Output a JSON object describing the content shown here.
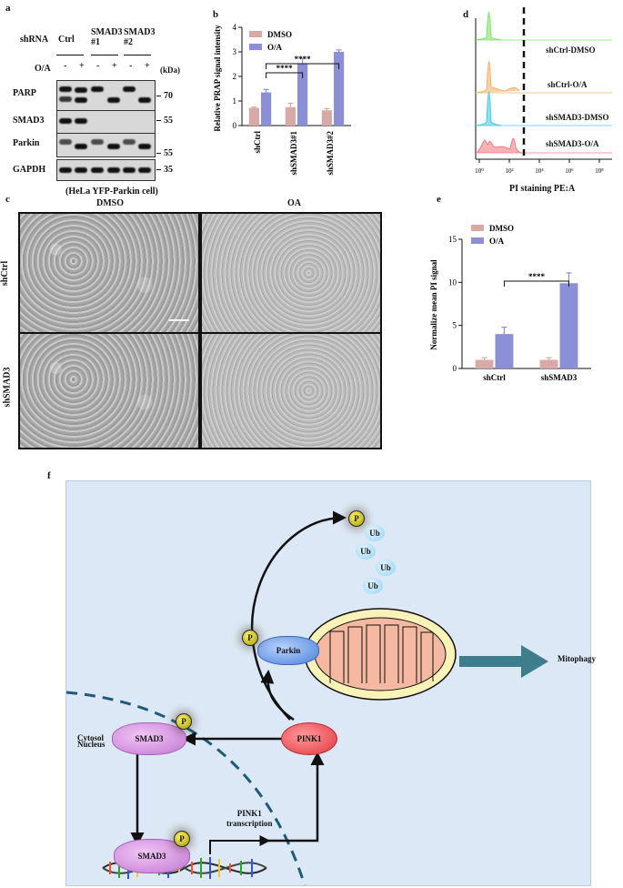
{
  "panels": {
    "a": "a",
    "b": "b",
    "c": "c",
    "d": "d",
    "e": "e",
    "f": "f"
  },
  "panel_a": {
    "shrna_label": "shRNA",
    "groups": [
      "Ctrl",
      "SMAD3\n#1",
      "SMAD3\n#2"
    ],
    "oa_label": "O/A",
    "signs": [
      "-",
      "+",
      "-",
      "+",
      "-",
      "+"
    ],
    "kda_label": "(kDa)",
    "rows": [
      {
        "name": "PARP",
        "kda": "70"
      },
      {
        "name": "SMAD3",
        "kda": "55"
      },
      {
        "name": "Parkin",
        "kda": "55"
      },
      {
        "name": "GAPDH",
        "kda": "35"
      }
    ],
    "caption": "(HeLa YFP-Parkin cell)"
  },
  "panel_c": {
    "col_labels": [
      "DMSO",
      "OA"
    ],
    "row_labels": [
      "shCtrl",
      "shSMAD3"
    ]
  },
  "panel_d": {
    "tracks": [
      "shCtrl-DMSO",
      "shCtrl-O/A",
      "shSMAD3-DMSO",
      "shSMAD3-O/A"
    ],
    "track_colors": [
      "#7fe36b",
      "#f5b36b",
      "#47c9e6",
      "#f07e86"
    ],
    "xlabel": "PI staining PE:A",
    "xticks": [
      "10⁰",
      "10²",
      "10⁴",
      "10⁶",
      "10⁸"
    ]
  },
  "pathway": {
    "cytosol": "Cytosol",
    "nucleus": "Nucleus",
    "smad3": "SMAD3",
    "p": "P",
    "parkin": "Parkin",
    "pink1": "PINK1",
    "ub": "Ub",
    "mitophagy": "Mitophagy",
    "transcription": "PINK1\ntranscription"
  },
  "chart_data": [
    {
      "type": "bar",
      "panel": "b",
      "categories": [
        "shCtrl",
        "shSMAD3#1",
        "shSMAD3#2"
      ],
      "series": [
        {
          "name": "DMSO",
          "values": [
            0.72,
            0.75,
            0.62
          ],
          "errors": [
            0.03,
            0.15,
            0.07
          ],
          "color": "#d8a9a6"
        },
        {
          "name": "O/A",
          "values": [
            1.35,
            2.52,
            3.0
          ],
          "errors": [
            0.12,
            0.22,
            0.08
          ],
          "color": "#8a8fd6"
        }
      ],
      "ylabel": "Relative PRAP signal intensity",
      "ylim": [
        0,
        4
      ],
      "yticks": [
        0,
        1,
        2,
        3,
        4
      ],
      "significance": [
        {
          "from": 1,
          "to": 3,
          "label": "****"
        },
        {
          "from": 1,
          "to": 2,
          "label": "****"
        }
      ],
      "legend": "top-left"
    },
    {
      "type": "bar",
      "panel": "e",
      "categories": [
        "shCtrl",
        "shSMAD3"
      ],
      "series": [
        {
          "name": "DMSO",
          "values": [
            1.0,
            1.0
          ],
          "errors": [
            0.25,
            0.25
          ],
          "color": "#d8a9a6"
        },
        {
          "name": "O/A",
          "values": [
            4.0,
            9.9
          ],
          "errors": [
            0.8,
            1.2
          ],
          "color": "#8a8fd6"
        }
      ],
      "ylabel": "Normalize mean PI signal",
      "ylim": [
        0,
        15
      ],
      "yticks": [
        0,
        5,
        10,
        15
      ],
      "significance": [
        {
          "from": 1,
          "to": 2,
          "label": "****"
        }
      ],
      "legend": "top-left"
    }
  ]
}
